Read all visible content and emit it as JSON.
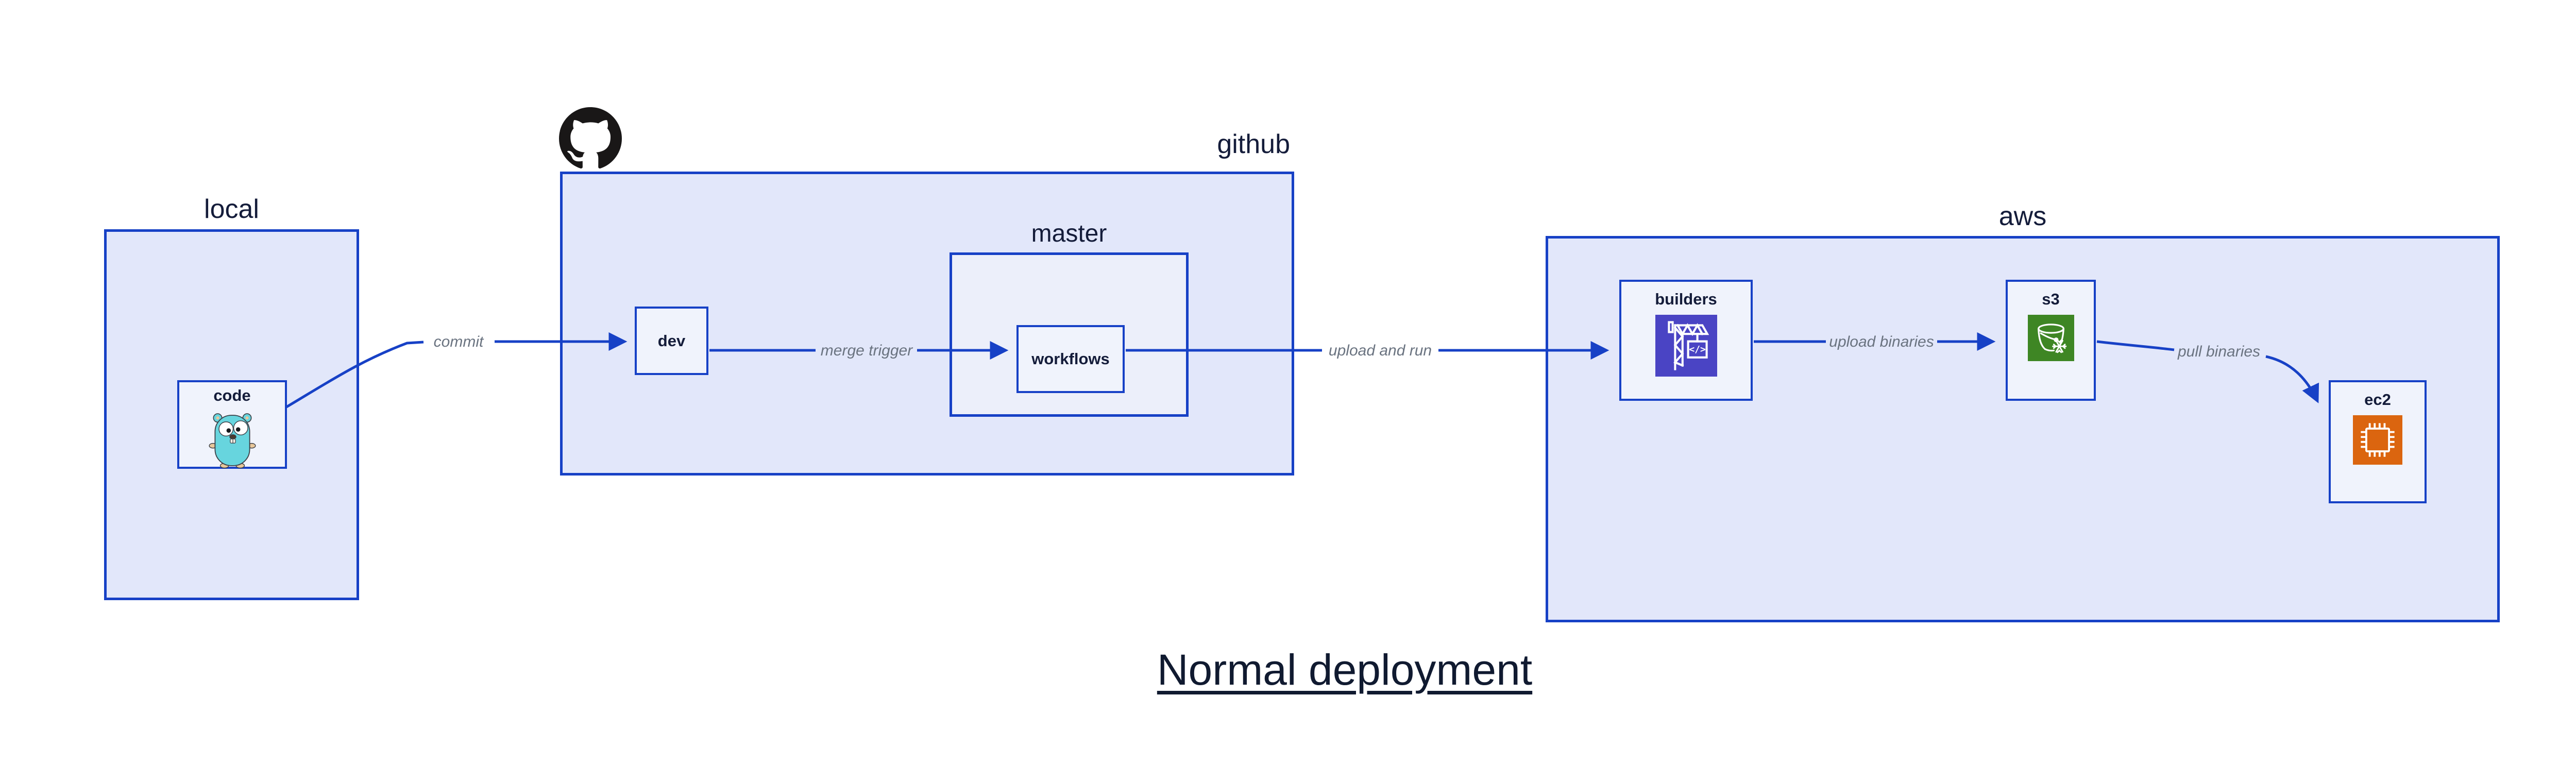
{
  "title": "Normal deployment",
  "containers": {
    "local": {
      "label": "local"
    },
    "github": {
      "label": "github",
      "logo_icon": "github-octocat-icon"
    },
    "master": {
      "label": "master"
    },
    "aws": {
      "label": "aws"
    }
  },
  "nodes": {
    "code": {
      "label": "code",
      "icon": "go-gopher-icon"
    },
    "dev": {
      "label": "dev"
    },
    "workflows": {
      "label": "workflows"
    },
    "builders": {
      "label": "builders",
      "icon": "aws-codebuild-icon"
    },
    "s3": {
      "label": "s3",
      "icon": "aws-s3-glacier-icon"
    },
    "ec2": {
      "label": "ec2",
      "icon": "aws-ec2-icon"
    }
  },
  "edges": [
    {
      "from": "code",
      "to": "dev",
      "label": "commit"
    },
    {
      "from": "dev",
      "to": "workflows",
      "label": "merge trigger"
    },
    {
      "from": "workflows",
      "to": "builders",
      "label": "upload and run"
    },
    {
      "from": "builders",
      "to": "s3",
      "label": "upload binaries"
    },
    {
      "from": "s3",
      "to": "ec2",
      "label": "pull binaries"
    }
  ],
  "colors": {
    "border": "#1741C6",
    "container_fill": "#E2E7FA",
    "master_fill": "#ECEFFA",
    "node_fill": "#F0F3FC",
    "edge_color": "#1741C6",
    "edge_label": "#6A7380",
    "text_dark": "#141C3A",
    "codebuild_purple": "#4A44C4",
    "s3_green": "#3E8624",
    "ec2_orange": "#DB650F",
    "octocat_black": "#191717",
    "gopher_teal": "#67D5DE"
  }
}
